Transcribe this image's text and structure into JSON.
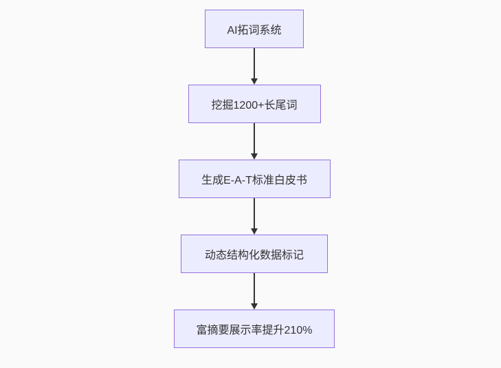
{
  "theme": {
    "background": "#fafafa",
    "node_fill": "#ececff",
    "node_border": "#9370db",
    "node_text": "#333333",
    "arrow_color": "#333333"
  },
  "flowchart": {
    "type": "vertical-flowchart",
    "nodes": [
      {
        "label": "AI拓词系统"
      },
      {
        "label": "挖掘1200+长尾词"
      },
      {
        "label": "生成E-A-T标准白皮书"
      },
      {
        "label": "动态结构化数据标记"
      },
      {
        "label": "富摘要展示率提升210%"
      }
    ],
    "edges": [
      {
        "from": 0,
        "to": 1
      },
      {
        "from": 1,
        "to": 2
      },
      {
        "from": 2,
        "to": 3
      },
      {
        "from": 3,
        "to": 4
      }
    ]
  }
}
